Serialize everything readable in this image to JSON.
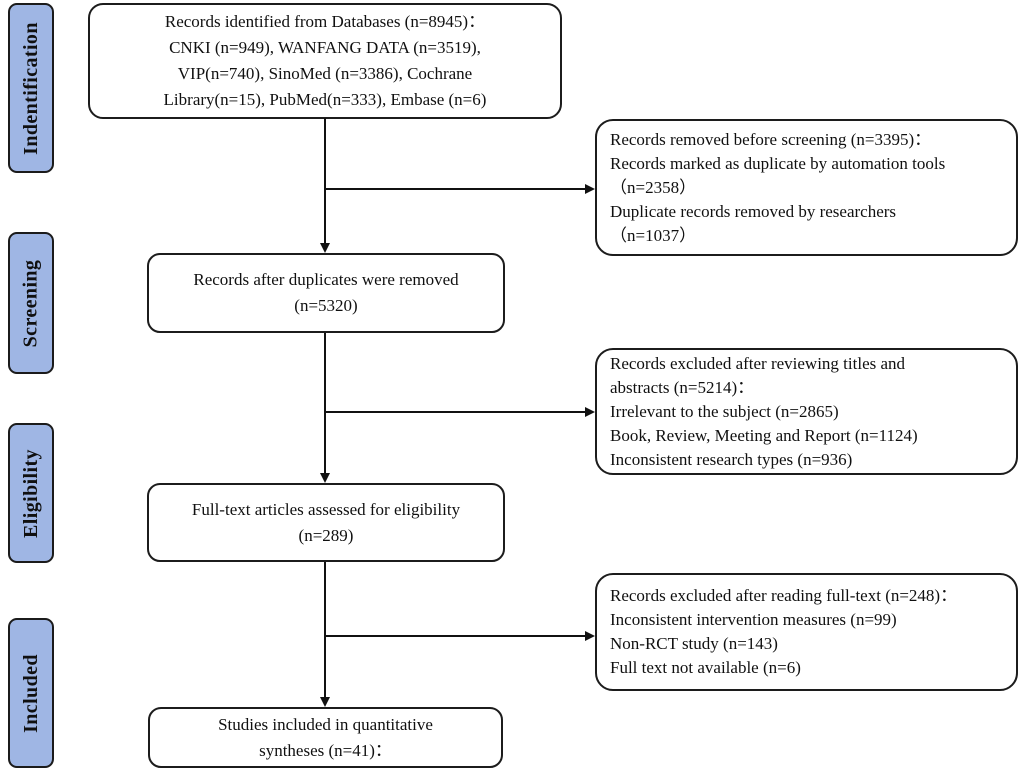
{
  "colors": {
    "stage_fill": "#9fb6e4",
    "stage_border": "#1b1b1b",
    "box_border": "#1c1c1c",
    "box_fill": "#ffffff",
    "arrow": "#111111",
    "text": "#101010"
  },
  "stages": {
    "identification": "Indentification",
    "screening": "Screening",
    "eligibility": "Eligibility",
    "included": "Included"
  },
  "boxes": {
    "identified": {
      "lines": [
        "Records identified from Databases (n=8945)：",
        "CNKI (n=949), WANFANG DATA (n=3519),",
        "VIP(n=740), SinoMed (n=3386), Cochrane",
        "Library(n=15), PubMed(n=333), Embase (n=6)"
      ]
    },
    "removed_before_screening": {
      "lines": [
        "Records removed before screening (n=3395)：",
        "Records marked as duplicate by automation tools",
        "（n=2358）",
        "Duplicate records removed by researchers",
        "（n=1037）"
      ]
    },
    "after_duplicates": {
      "lines": [
        "Records after duplicates were removed",
        "(n=5320)"
      ]
    },
    "excluded_titles_abstracts": {
      "lines": [
        "Records excluded after reviewing titles and",
        "abstracts (n=5214)：",
        "Irrelevant to the subject (n=2865)",
        "Book, Review, Meeting and Report (n=1124)",
        "Inconsistent research types (n=936)"
      ]
    },
    "fulltext_assessed": {
      "lines": [
        "Full-text articles assessed for eligibility",
        "(n=289)"
      ]
    },
    "excluded_fulltext": {
      "lines": [
        "Records excluded after reading full-text (n=248)：",
        "Inconsistent intervention measures (n=99)",
        "Non-RCT study (n=143)",
        "Full text not available (n=6)"
      ]
    },
    "included_studies": {
      "lines": [
        "Studies included in quantitative",
        "syntheses (n=41)："
      ]
    }
  }
}
